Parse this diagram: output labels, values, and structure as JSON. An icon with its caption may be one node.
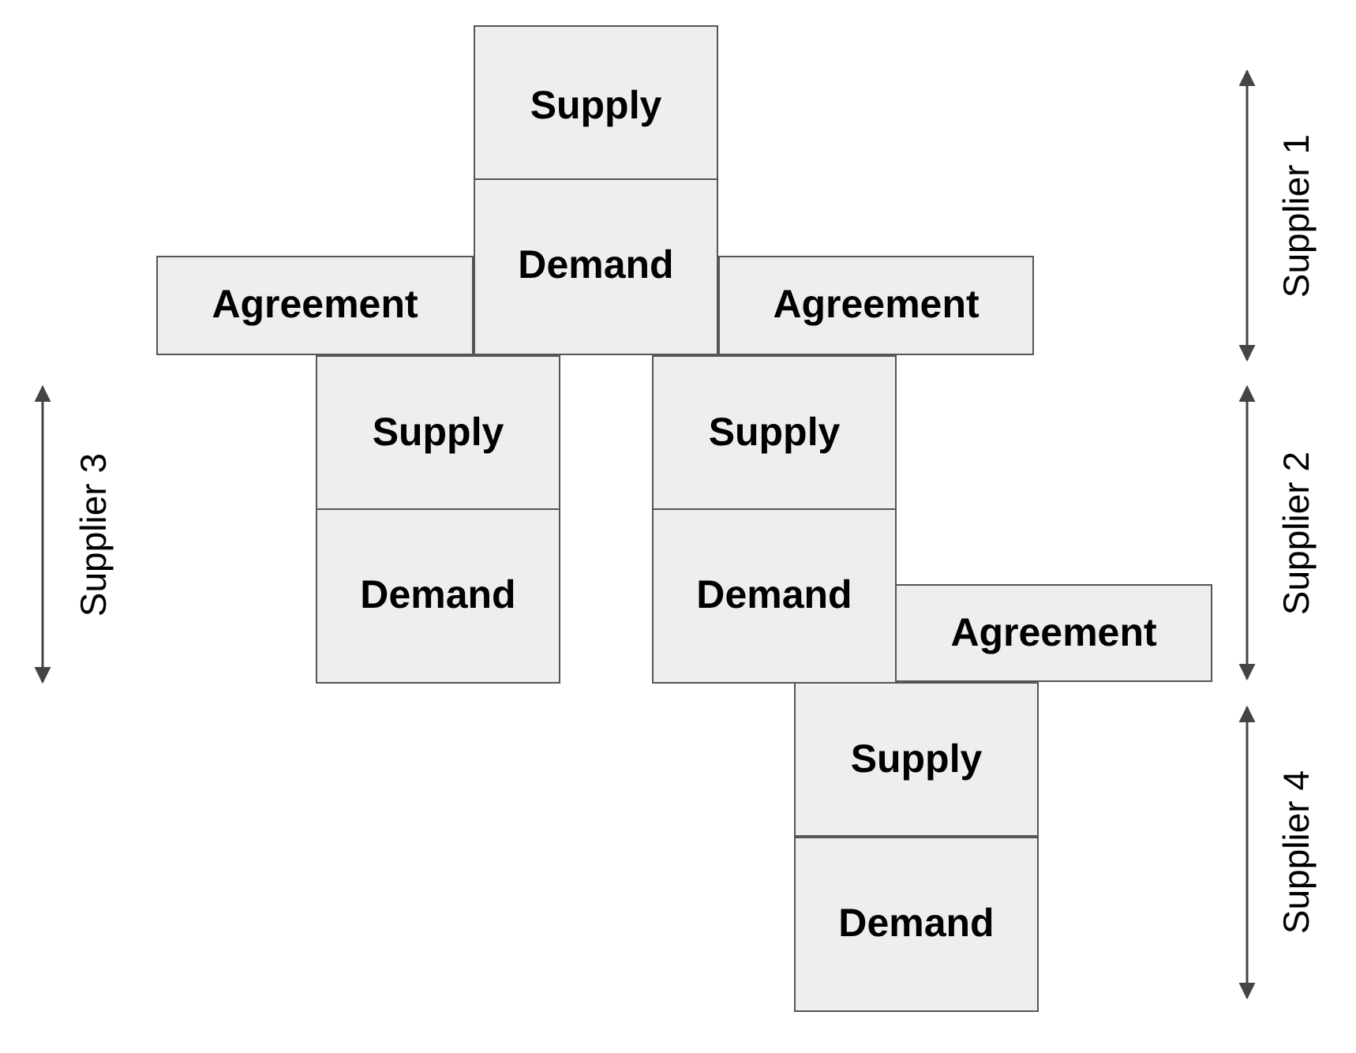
{
  "diagram": {
    "nodes": [
      {
        "text": [
          "Supply"
        ]
      },
      {
        "text": [
          "Demand"
        ]
      },
      {
        "text": [
          "Agreement"
        ]
      },
      {
        "text": [
          "Agreement"
        ]
      },
      {
        "text": [
          "Supply"
        ]
      },
      {
        "text": [
          "Demand"
        ]
      },
      {
        "text": [
          "Supply"
        ]
      },
      {
        "text": [
          "Demand"
        ]
      },
      {
        "text": [
          "Agreement"
        ]
      },
      {
        "text": [
          "Supply"
        ]
      },
      {
        "text": [
          "Demand"
        ]
      }
    ],
    "labels": [
      "Supplier 1",
      "Supplier 3",
      "Supplier 2",
      "Supplier 4"
    ]
  }
}
